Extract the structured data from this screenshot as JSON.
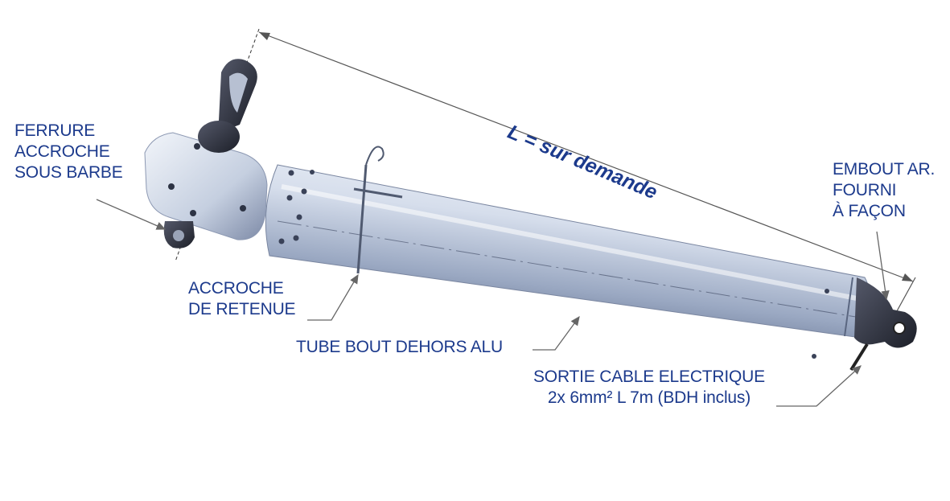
{
  "labels": {
    "length": "L = sur demande",
    "ferrure": [
      "FERRURE",
      "ACCROCHE",
      "SOUS BARBE"
    ],
    "accroche": [
      "ACCROCHE",
      "DE RETENUE"
    ],
    "tube": "TUBE BOUT DEHORS ALU",
    "sortie": [
      "SORTIE CABLE ELECTRIQUE",
      "2x 6mm² L 7m (BDH inclus)"
    ],
    "embout": [
      "EMBOUT AR.",
      "FOURNI",
      "À FAÇON"
    ]
  },
  "colors": {
    "label_text": "#1c3a8c",
    "leader_line": "#666666",
    "tube_light": "#d8e0ee",
    "tube_dark": "#6b7a99",
    "fitting_dark": "#2b2f3a"
  }
}
